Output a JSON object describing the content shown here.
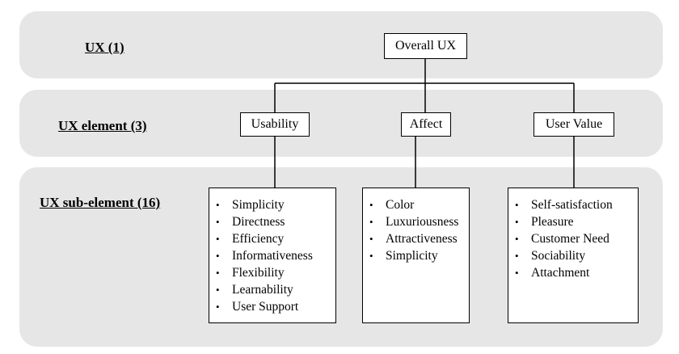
{
  "levels": {
    "top": "UX (1)",
    "middle": "UX element (3)",
    "bottom": "UX sub-element (16)"
  },
  "nodes": {
    "overall": "Overall UX",
    "usability": "Usability",
    "affect": "Affect",
    "user_value": "User Value"
  },
  "sub_elements": {
    "usability": [
      "Simplicity",
      "Directness",
      "Efficiency",
      "Informativeness",
      "Flexibility",
      "Learnability",
      "User Support"
    ],
    "affect": [
      "Color",
      "Luxuriousness",
      "Attractiveness",
      "Simplicity"
    ],
    "user_value": [
      "Self-satisfaction",
      "Pleasure",
      "Customer Need",
      "Sociability",
      "Attachment"
    ]
  },
  "bullet_glyph": "•"
}
